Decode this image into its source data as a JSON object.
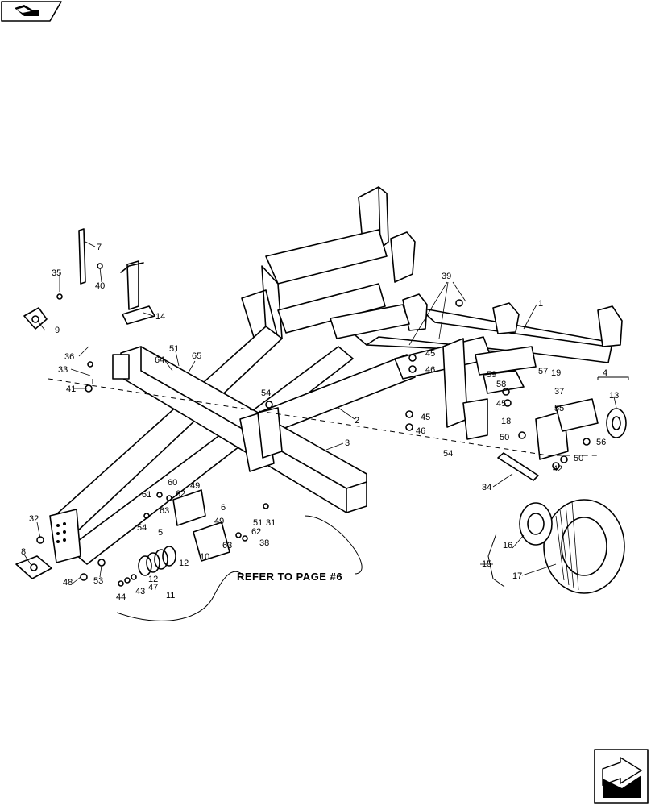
{
  "refer_text": "REFER TO PAGE #6",
  "callouts": [
    {
      "id": "c1",
      "label": "1"
    },
    {
      "id": "c2",
      "label": "2"
    },
    {
      "id": "c3",
      "label": "3"
    },
    {
      "id": "c4",
      "label": "4"
    },
    {
      "id": "c5",
      "label": "5"
    },
    {
      "id": "c6",
      "label": "6"
    },
    {
      "id": "c7",
      "label": "7"
    },
    {
      "id": "c8",
      "label": "8"
    },
    {
      "id": "c9",
      "label": "9"
    },
    {
      "id": "c10",
      "label": "10"
    },
    {
      "id": "c11",
      "label": "11"
    },
    {
      "id": "c12a",
      "label": "12"
    },
    {
      "id": "c12b",
      "label": "12"
    },
    {
      "id": "c13",
      "label": "13"
    },
    {
      "id": "c14",
      "label": "14"
    },
    {
      "id": "c15",
      "label": "15"
    },
    {
      "id": "c16",
      "label": "16"
    },
    {
      "id": "c17",
      "label": "17"
    },
    {
      "id": "c18",
      "label": "18"
    },
    {
      "id": "c19",
      "label": "19"
    },
    {
      "id": "c31",
      "label": "31"
    },
    {
      "id": "c32",
      "label": "32"
    },
    {
      "id": "c33",
      "label": "33"
    },
    {
      "id": "c34",
      "label": "34"
    },
    {
      "id": "c35",
      "label": "35"
    },
    {
      "id": "c36",
      "label": "36"
    },
    {
      "id": "c37",
      "label": "37"
    },
    {
      "id": "c38",
      "label": "38"
    },
    {
      "id": "c39",
      "label": "39"
    },
    {
      "id": "c40",
      "label": "40"
    },
    {
      "id": "c41",
      "label": "41"
    },
    {
      "id": "c42",
      "label": "42"
    },
    {
      "id": "c43",
      "label": "43"
    },
    {
      "id": "c44",
      "label": "44"
    },
    {
      "id": "c45a",
      "label": "45"
    },
    {
      "id": "c45b",
      "label": "45"
    },
    {
      "id": "c45c",
      "label": "45"
    },
    {
      "id": "c46a",
      "label": "46"
    },
    {
      "id": "c46b",
      "label": "46"
    },
    {
      "id": "c47",
      "label": "47"
    },
    {
      "id": "c48",
      "label": "48"
    },
    {
      "id": "c49a",
      "label": "49"
    },
    {
      "id": "c49b",
      "label": "49"
    },
    {
      "id": "c50a",
      "label": "50"
    },
    {
      "id": "c50b",
      "label": "50"
    },
    {
      "id": "c51a",
      "label": "51"
    },
    {
      "id": "c51b",
      "label": "51"
    },
    {
      "id": "c53",
      "label": "53"
    },
    {
      "id": "c54a",
      "label": "54"
    },
    {
      "id": "c54b",
      "label": "54"
    },
    {
      "id": "c54c",
      "label": "54"
    },
    {
      "id": "c55",
      "label": "55"
    },
    {
      "id": "c56",
      "label": "56"
    },
    {
      "id": "c57",
      "label": "57"
    },
    {
      "id": "c58",
      "label": "58"
    },
    {
      "id": "c59",
      "label": "59"
    },
    {
      "id": "c60",
      "label": "60"
    },
    {
      "id": "c61",
      "label": "61"
    },
    {
      "id": "c62a",
      "label": "62"
    },
    {
      "id": "c62b",
      "label": "62"
    },
    {
      "id": "c63a",
      "label": "63"
    },
    {
      "id": "c63b",
      "label": "63"
    },
    {
      "id": "c64",
      "label": "64"
    },
    {
      "id": "c65",
      "label": "65"
    }
  ],
  "icons": {
    "top_left": "book-page-icon",
    "bottom_right": "next-page-arrow-icon"
  }
}
